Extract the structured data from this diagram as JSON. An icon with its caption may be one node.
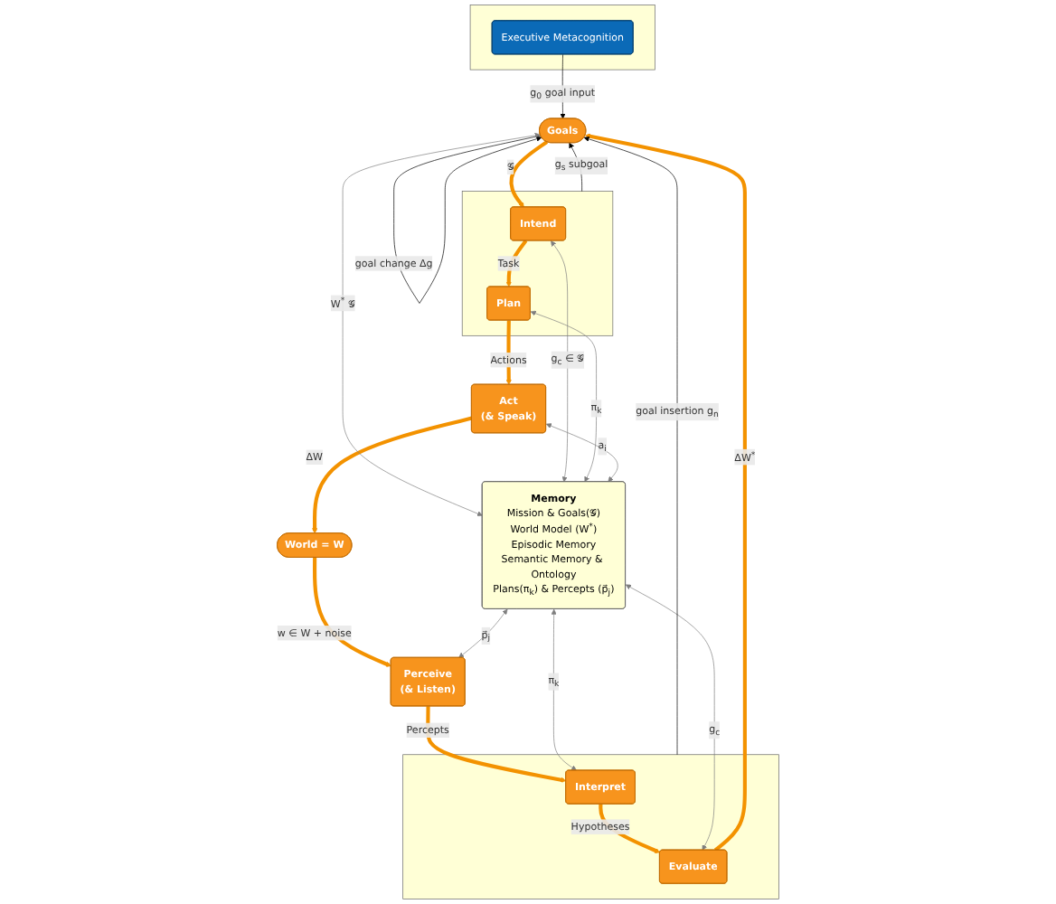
{
  "diagram": {
    "nodes": [
      {
        "text": [],
        "shape": "box"
      },
      {
        "text": [
          "Executive Metacognition"
        ],
        "in": 0
      },
      {
        "text": [
          "Goals"
        ]
      },
      {
        "text": [],
        "shape": "box"
      },
      {
        "text": [
          "Intend"
        ],
        "in": 3
      },
      {
        "text": [
          "Plan"
        ],
        "in": 3
      },
      {
        "text": [
          "Act",
          "(& Speak)"
        ]
      },
      {
        "text": [
          "Memory",
          "Mission & Goals(𝒢)",
          "World Model (W$^{*}$)",
          "Episodic Memory",
          "Semantic Memory & Ontology",
          "Plans(π$_{k}$) & Percepts (p⃗$_{j}$)"
        ]
      },
      {
        "text": [],
        "shape": "box"
      },
      {
        "text": [
          "Evaluate"
        ],
        "in": 8
      },
      {
        "text": [
          "Interpret"
        ],
        "in": 8
      },
      {
        "text": [
          "Perceive",
          "(& Listen)"
        ]
      },
      {
        "text": [
          "World = W"
        ]
      }
    ],
    "edges": [
      {
        "from": 1,
        "to": 2,
        "arrow": "to",
        "label": "g$_{0}$ goal input",
        "color": "#000000"
      },
      {
        "from": 2,
        "to": 2,
        "arrow": "to",
        "label": "goal change Δg",
        "color": "#000000"
      },
      {
        "from": 3,
        "to": 2,
        "arrow": "to",
        "label": "g$_{s}$ subgoal",
        "color": "#000000"
      },
      {
        "from": 8,
        "to": 2,
        "arrow": "to",
        "label": "goal insertion g$_{n}$",
        "color": "#000000"
      },
      {
        "from": 2,
        "to": 4,
        "arrow": "to",
        "label": "𝒢",
        "style": "thick",
        "color": "#f39200"
      },
      {
        "from": 4,
        "to": 5,
        "arrow": "to",
        "label": "Task",
        "style": "thick",
        "color": "#f39200"
      },
      {
        "from": 5,
        "to": 6,
        "arrow": "to",
        "label": "Actions",
        "style": "thick",
        "color": "#f39200"
      },
      {
        "from": 6,
        "to": 12,
        "arrow": "to",
        "label": "ΔW",
        "style": "thick",
        "color": "#f39200"
      },
      {
        "from": 12,
        "to": 11,
        "arrow": "to",
        "label": "w ∈ W + noise",
        "style": "thick",
        "color": "#f39200"
      },
      {
        "from": 11,
        "to": 10,
        "arrow": "to",
        "label": "Percepts",
        "style": "thick",
        "color": "#f39200"
      },
      {
        "from": 10,
        "to": 9,
        "arrow": "to",
        "label": "Hypotheses",
        "style": "thick",
        "color": "#f39200"
      },
      {
        "from": 9,
        "to": 2,
        "arrow": "to",
        "label": "ΔW$^{*}$",
        "style": "thick",
        "color": "#f39200"
      },
      {
        "from": 2,
        "to": 7,
        "arrow": "both",
        "label": "W$^{*}$ 𝒢",
        "color": "#7f7f7f"
      },
      {
        "from": 4,
        "to": 7,
        "arrow": "both",
        "label": "g$_{c}$ ∈ 𝒢",
        "color": "#7f7f7f"
      },
      {
        "from": 5,
        "to": 7,
        "arrow": "both",
        "label": "π$_{k}$",
        "color": "#7f7f7f"
      },
      {
        "from": 6,
        "to": 7,
        "arrow": "both",
        "label": "a$_{i}$",
        "color": "#7f7f7f"
      },
      {
        "from": 7,
        "to": 9,
        "arrow": "both",
        "label": "g$_{c}$",
        "color": "#7f7f7f"
      },
      {
        "from": 7,
        "to": 10,
        "arrow": "both",
        "label": "π$_{k}$",
        "color": "#7f7f7f"
      },
      {
        "from": 7,
        "to": 11,
        "arrow": "both",
        "label": "p⃗$_{j}$",
        "color": "#7f7f7f"
      }
    ]
  }
}
